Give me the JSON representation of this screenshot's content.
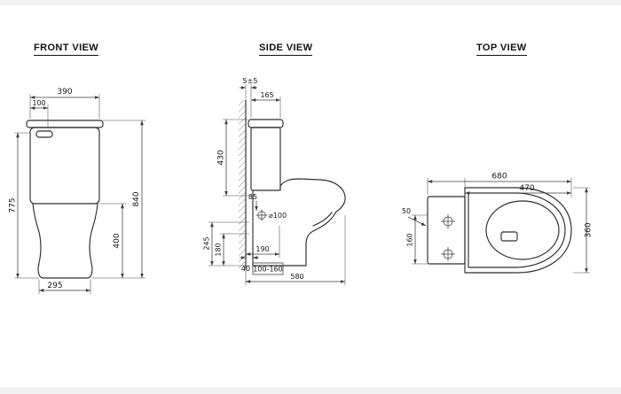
{
  "page": {
    "colors": {
      "background": "#ffffff",
      "line": "#2e2e2e",
      "dimension_line": "#3c3c3c",
      "text": "#161616"
    }
  },
  "views": {
    "front": {
      "title": "FRONT VIEW",
      "dims": {
        "tank_width": "390",
        "button_width": "100",
        "height_left": "775",
        "height_total": "840",
        "bowl_height": "400",
        "base_width": "295"
      }
    },
    "side": {
      "title": "SIDE VIEW",
      "dims": {
        "wall_gap": "5±5",
        "tank_depth": "165",
        "tank_height": "430",
        "outlet_drop": "85",
        "outlet_diameter": "⌀100",
        "rear_height": "245",
        "rim_height": "180",
        "wall_offset": "40",
        "outlet_setout": "190",
        "setout_range": "100-160",
        "total_depth": "580"
      }
    },
    "top": {
      "title": "TOP VIEW",
      "dims": {
        "total_length": "680",
        "seat_length": "470",
        "fixing_offset": "50",
        "fixing_span": "160",
        "total_width": "360"
      }
    }
  }
}
